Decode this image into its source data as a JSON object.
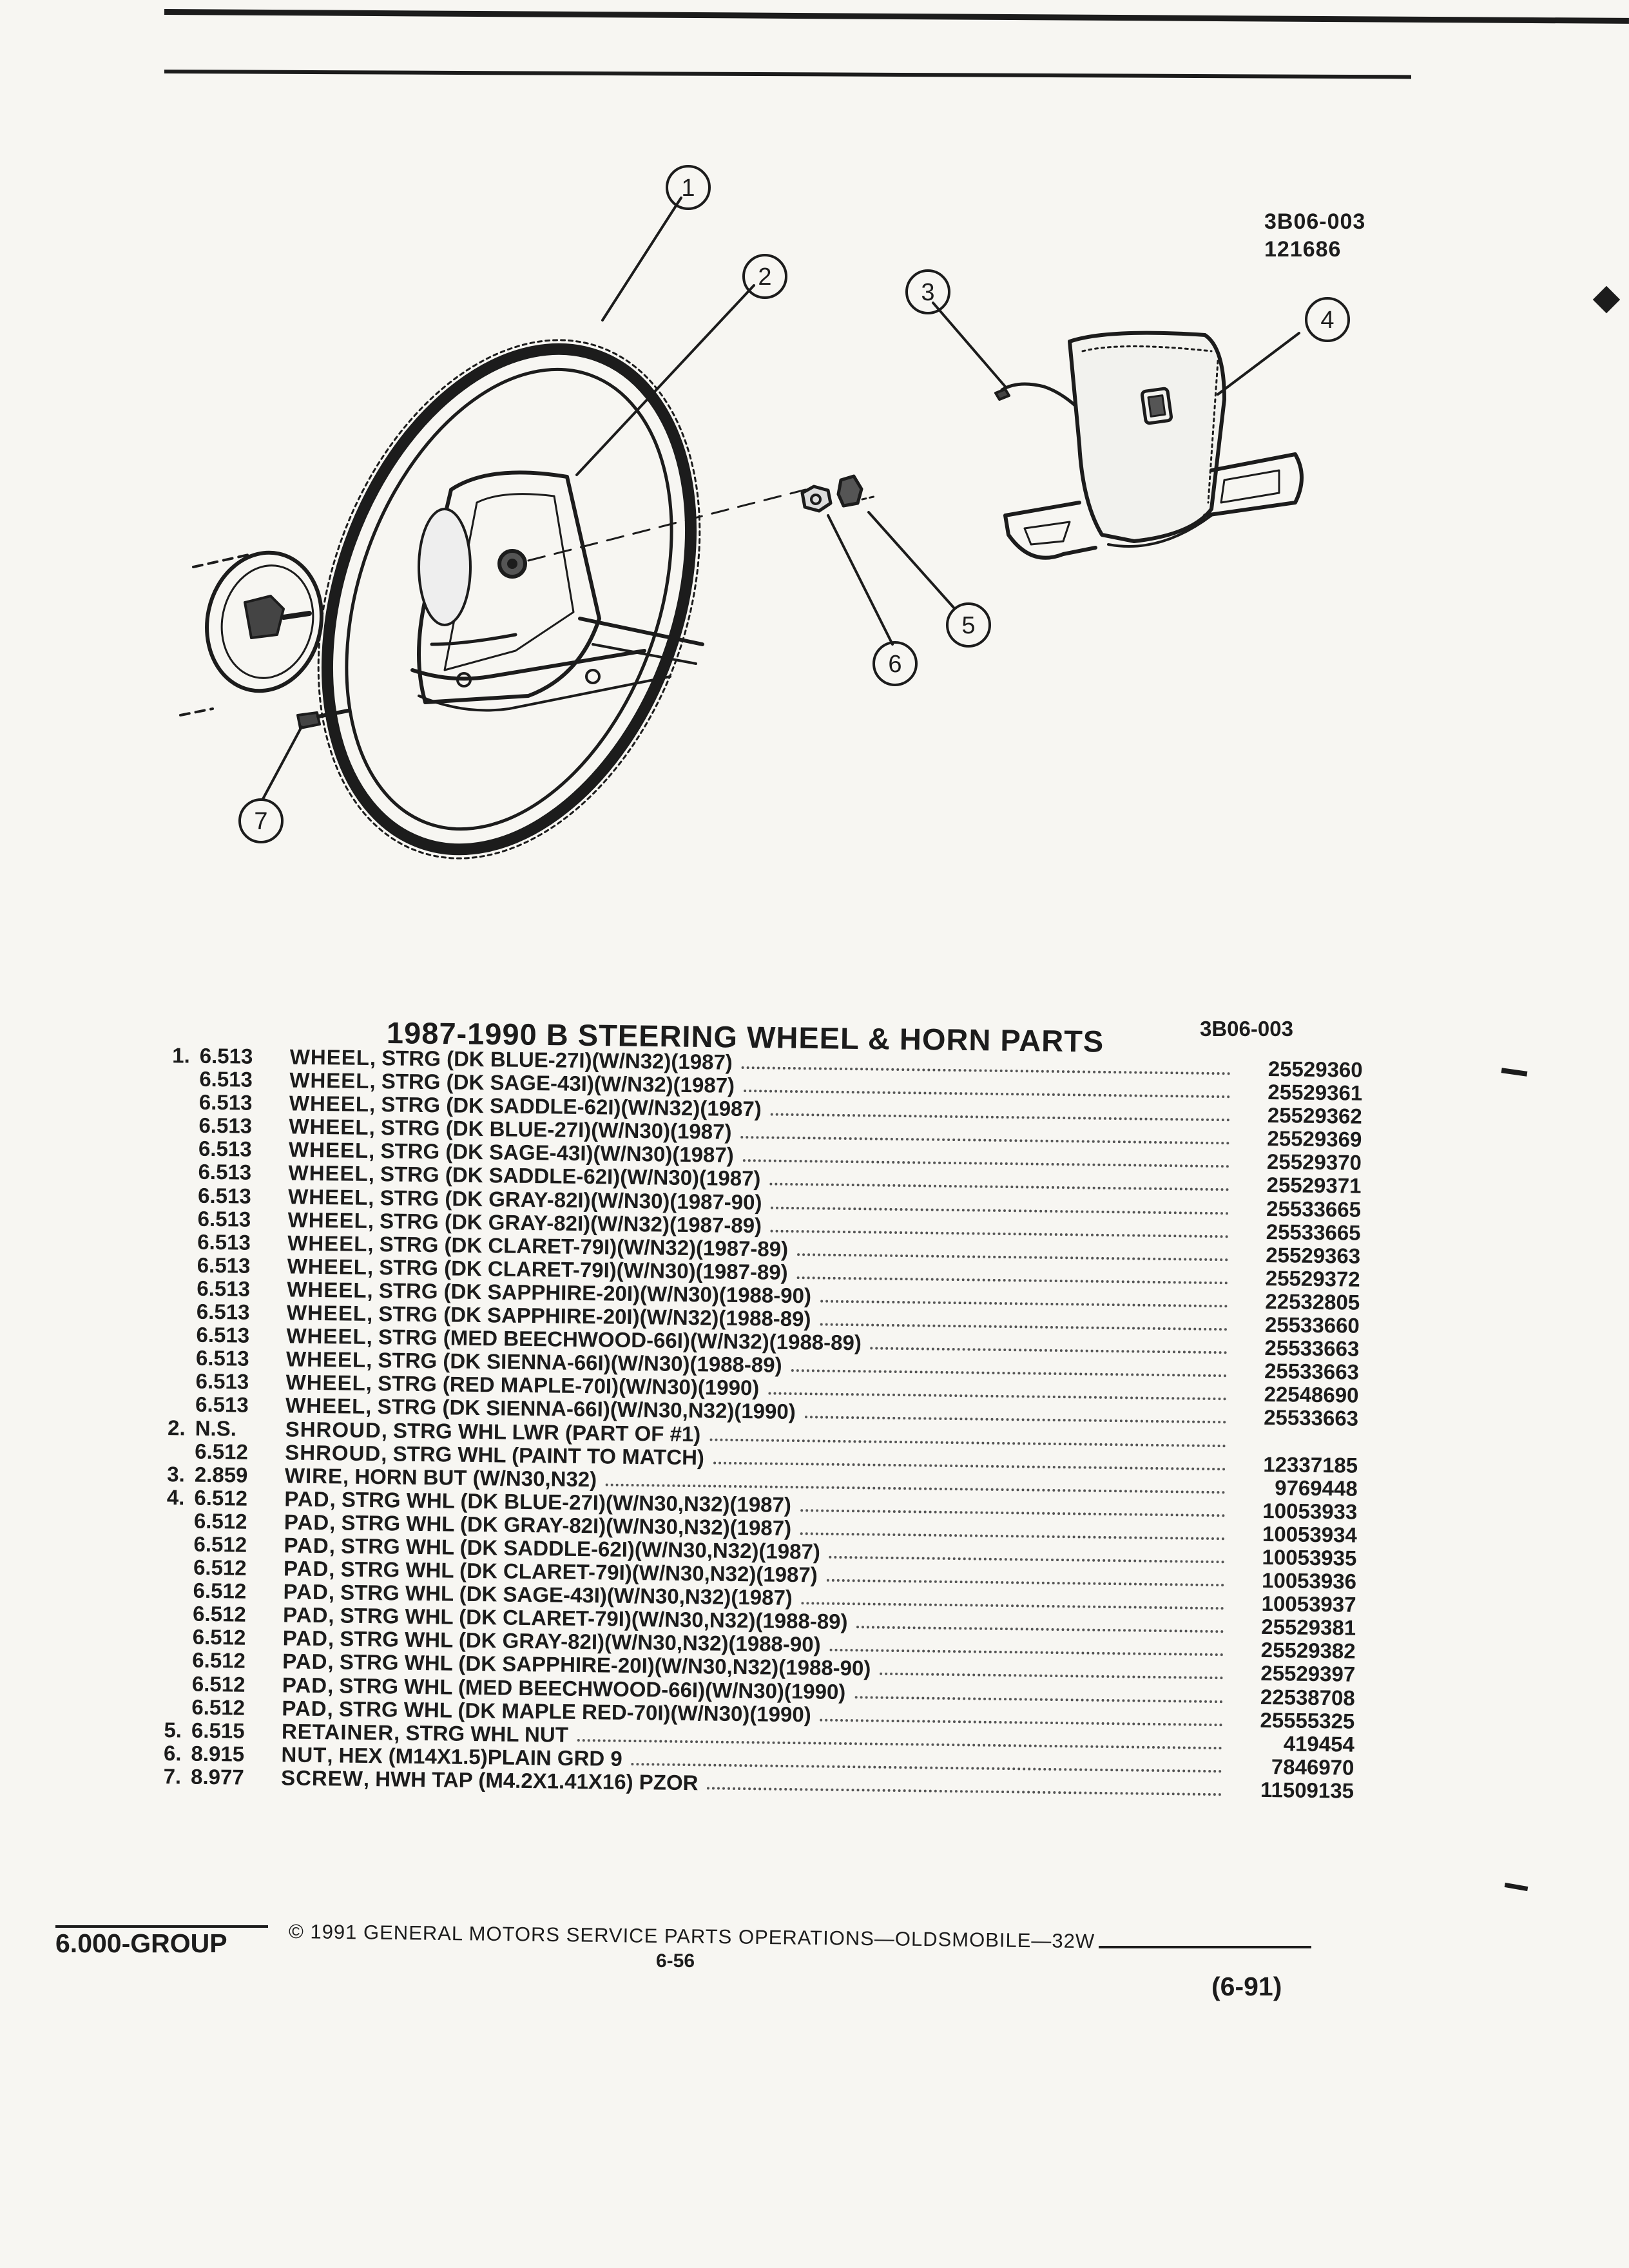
{
  "header": {
    "illustration_ref": "3B06-003",
    "illustration_date": "121686"
  },
  "callouts": [
    "1",
    "2",
    "3",
    "4",
    "5",
    "6",
    "7"
  ],
  "section": {
    "title": "1987-1990 B STEERING WHEEL & HORN PARTS",
    "ref": "3B06-003"
  },
  "parts": [
    {
      "item": "1.",
      "group": "6.513",
      "name": "WHEEL",
      "desc": ", STRG (DK BLUE-27I)(W/N32)(1987)",
      "part_no": "25529360"
    },
    {
      "item": "",
      "group": "6.513",
      "name": "WHEEL",
      "desc": ", STRG (DK SAGE-43I)(W/N32)(1987)",
      "part_no": "25529361"
    },
    {
      "item": "",
      "group": "6.513",
      "name": "WHEEL",
      "desc": ", STRG (DK SADDLE-62I)(W/N32)(1987)",
      "part_no": "25529362"
    },
    {
      "item": "",
      "group": "6.513",
      "name": "WHEEL",
      "desc": ", STRG (DK BLUE-27I)(W/N30)(1987)",
      "part_no": "25529369"
    },
    {
      "item": "",
      "group": "6.513",
      "name": "WHEEL",
      "desc": ", STRG (DK SAGE-43I)(W/N30)(1987)",
      "part_no": "25529370"
    },
    {
      "item": "",
      "group": "6.513",
      "name": "WHEEL",
      "desc": ", STRG (DK SADDLE-62I)(W/N30)(1987)",
      "part_no": "25529371"
    },
    {
      "item": "",
      "group": "6.513",
      "name": "WHEEL",
      "desc": ", STRG (DK GRAY-82I)(W/N30)(1987-90)",
      "part_no": "25533665"
    },
    {
      "item": "",
      "group": "6.513",
      "name": "WHEEL",
      "desc": ", STRG (DK GRAY-82I)(W/N32)(1987-89)",
      "part_no": "25533665"
    },
    {
      "item": "",
      "group": "6.513",
      "name": "WHEEL",
      "desc": ", STRG (DK CLARET-79I)(W/N32)(1987-89)",
      "part_no": "25529363"
    },
    {
      "item": "",
      "group": "6.513",
      "name": "WHEEL",
      "desc": ", STRG (DK CLARET-79I)(W/N30)(1987-89)",
      "part_no": "25529372"
    },
    {
      "item": "",
      "group": "6.513",
      "name": "WHEEL",
      "desc": ", STRG (DK SAPPHIRE-20I)(W/N30)(1988-90)",
      "part_no": "22532805"
    },
    {
      "item": "",
      "group": "6.513",
      "name": "WHEEL",
      "desc": ", STRG (DK SAPPHIRE-20I)(W/N32)(1988-89)",
      "part_no": "25533660"
    },
    {
      "item": "",
      "group": "6.513",
      "name": "WHEEL",
      "desc": ", STRG (MED BEECHWOOD-66I)(W/N32)(1988-89)",
      "part_no": "25533663"
    },
    {
      "item": "",
      "group": "6.513",
      "name": "WHEEL",
      "desc": ", STRG (DK SIENNA-66I)(W/N30)(1988-89)",
      "part_no": "25533663"
    },
    {
      "item": "",
      "group": "6.513",
      "name": "WHEEL",
      "desc": ", STRG (RED MAPLE-70I)(W/N30)(1990)",
      "part_no": "22548690"
    },
    {
      "item": "",
      "group": "6.513",
      "name": "WHEEL",
      "desc": ", STRG (DK SIENNA-66I)(W/N30,N32)(1990)",
      "part_no": "25533663"
    },
    {
      "item": "2.",
      "group": "N.S.",
      "name": "SHROUD",
      "desc": ", STRG WHL LWR (PART OF #1)",
      "part_no": ""
    },
    {
      "item": "",
      "group": "6.512",
      "name": "SHROUD",
      "desc": ", STRG WHL (PAINT TO MATCH)",
      "part_no": "12337185"
    },
    {
      "item": "3.",
      "group": "2.859",
      "name": "WIRE",
      "desc": ", HORN BUT (W/N30,N32)",
      "part_no": "9769448"
    },
    {
      "item": "4.",
      "group": "6.512",
      "name": "PAD",
      "desc": ", STRG WHL (DK BLUE-27I)(W/N30,N32)(1987)",
      "part_no": "10053933"
    },
    {
      "item": "",
      "group": "6.512",
      "name": "PAD",
      "desc": ", STRG WHL (DK GRAY-82I)(W/N30,N32)(1987)",
      "part_no": "10053934"
    },
    {
      "item": "",
      "group": "6.512",
      "name": "PAD",
      "desc": ", STRG WHL (DK SADDLE-62I)(W/N30,N32)(1987)",
      "part_no": "10053935"
    },
    {
      "item": "",
      "group": "6.512",
      "name": "PAD",
      "desc": ", STRG WHL (DK CLARET-79I)(W/N30,N32)(1987)",
      "part_no": "10053936"
    },
    {
      "item": "",
      "group": "6.512",
      "name": "PAD",
      "desc": ", STRG WHL (DK SAGE-43I)(W/N30,N32)(1987)",
      "part_no": "10053937"
    },
    {
      "item": "",
      "group": "6.512",
      "name": "PAD",
      "desc": ", STRG WHL (DK CLARET-79I)(W/N30,N32)(1988-89)",
      "part_no": "25529381"
    },
    {
      "item": "",
      "group": "6.512",
      "name": "PAD",
      "desc": ", STRG WHL (DK GRAY-82I)(W/N30,N32)(1988-90)",
      "part_no": "25529382"
    },
    {
      "item": "",
      "group": "6.512",
      "name": "PAD",
      "desc": ", STRG WHL (DK SAPPHIRE-20I)(W/N30,N32)(1988-90)",
      "part_no": "25529397"
    },
    {
      "item": "",
      "group": "6.512",
      "name": "PAD",
      "desc": ", STRG WHL (MED BEECHWOOD-66I)(W/N30)(1990)",
      "part_no": "22538708"
    },
    {
      "item": "",
      "group": "6.512",
      "name": "PAD",
      "desc": ", STRG WHL (DK MAPLE RED-70I)(W/N30)(1990)",
      "part_no": "25555325"
    },
    {
      "item": "5.",
      "group": "6.515",
      "name": "RETAINER",
      "desc": ", STRG WHL NUT",
      "part_no": "419454"
    },
    {
      "item": "6.",
      "group": "8.915",
      "name": "NUT",
      "desc": ", HEX (M14X1.5)PLAIN GRD 9",
      "part_no": "7846970"
    },
    {
      "item": "7.",
      "group": "8.977",
      "name": "SCREW",
      "desc": ", HWH TAP (M4.2X1.41X16) PZOR",
      "part_no": "11509135"
    }
  ],
  "footer": {
    "group": "6.000-GROUP",
    "copyright": "© 1991 GENERAL MOTORS SERVICE PARTS OPERATIONS—OLDSMOBILE—32W",
    "page": "6-56",
    "revision": "(6-91)"
  }
}
